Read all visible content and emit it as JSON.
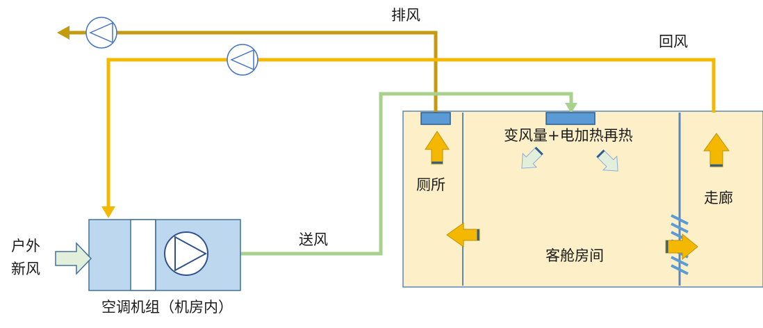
{
  "labels": {
    "exhaust_air": "排风",
    "return_air": "回风",
    "supply_air": "送风",
    "outdoor_fresh_air_line1": "户外",
    "outdoor_fresh_air_line2": "新风",
    "ahu_unit": "空调机组（机房内）",
    "vav_reheat": "变风量+电加热再热",
    "toilet": "厕所",
    "corridor": "走廊",
    "cabin": "客舱房间"
  },
  "colors": {
    "exhaust_duct": "#c49a10",
    "return_duct": "#f5b800",
    "supply_duct": "#a9d18e",
    "room_fill": "#fdf0c8",
    "room_border": "#5b86b5",
    "ahu_fill": "#bdd7ee",
    "diffuser": "#5b9bd5",
    "flow_arrow": "#f5b800",
    "supply_arrow": "#e2efda"
  },
  "icons": [
    "fan-icon",
    "exhaust-fan-icon",
    "return-fan-icon",
    "flow-arrow-icon",
    "louver-icon"
  ]
}
